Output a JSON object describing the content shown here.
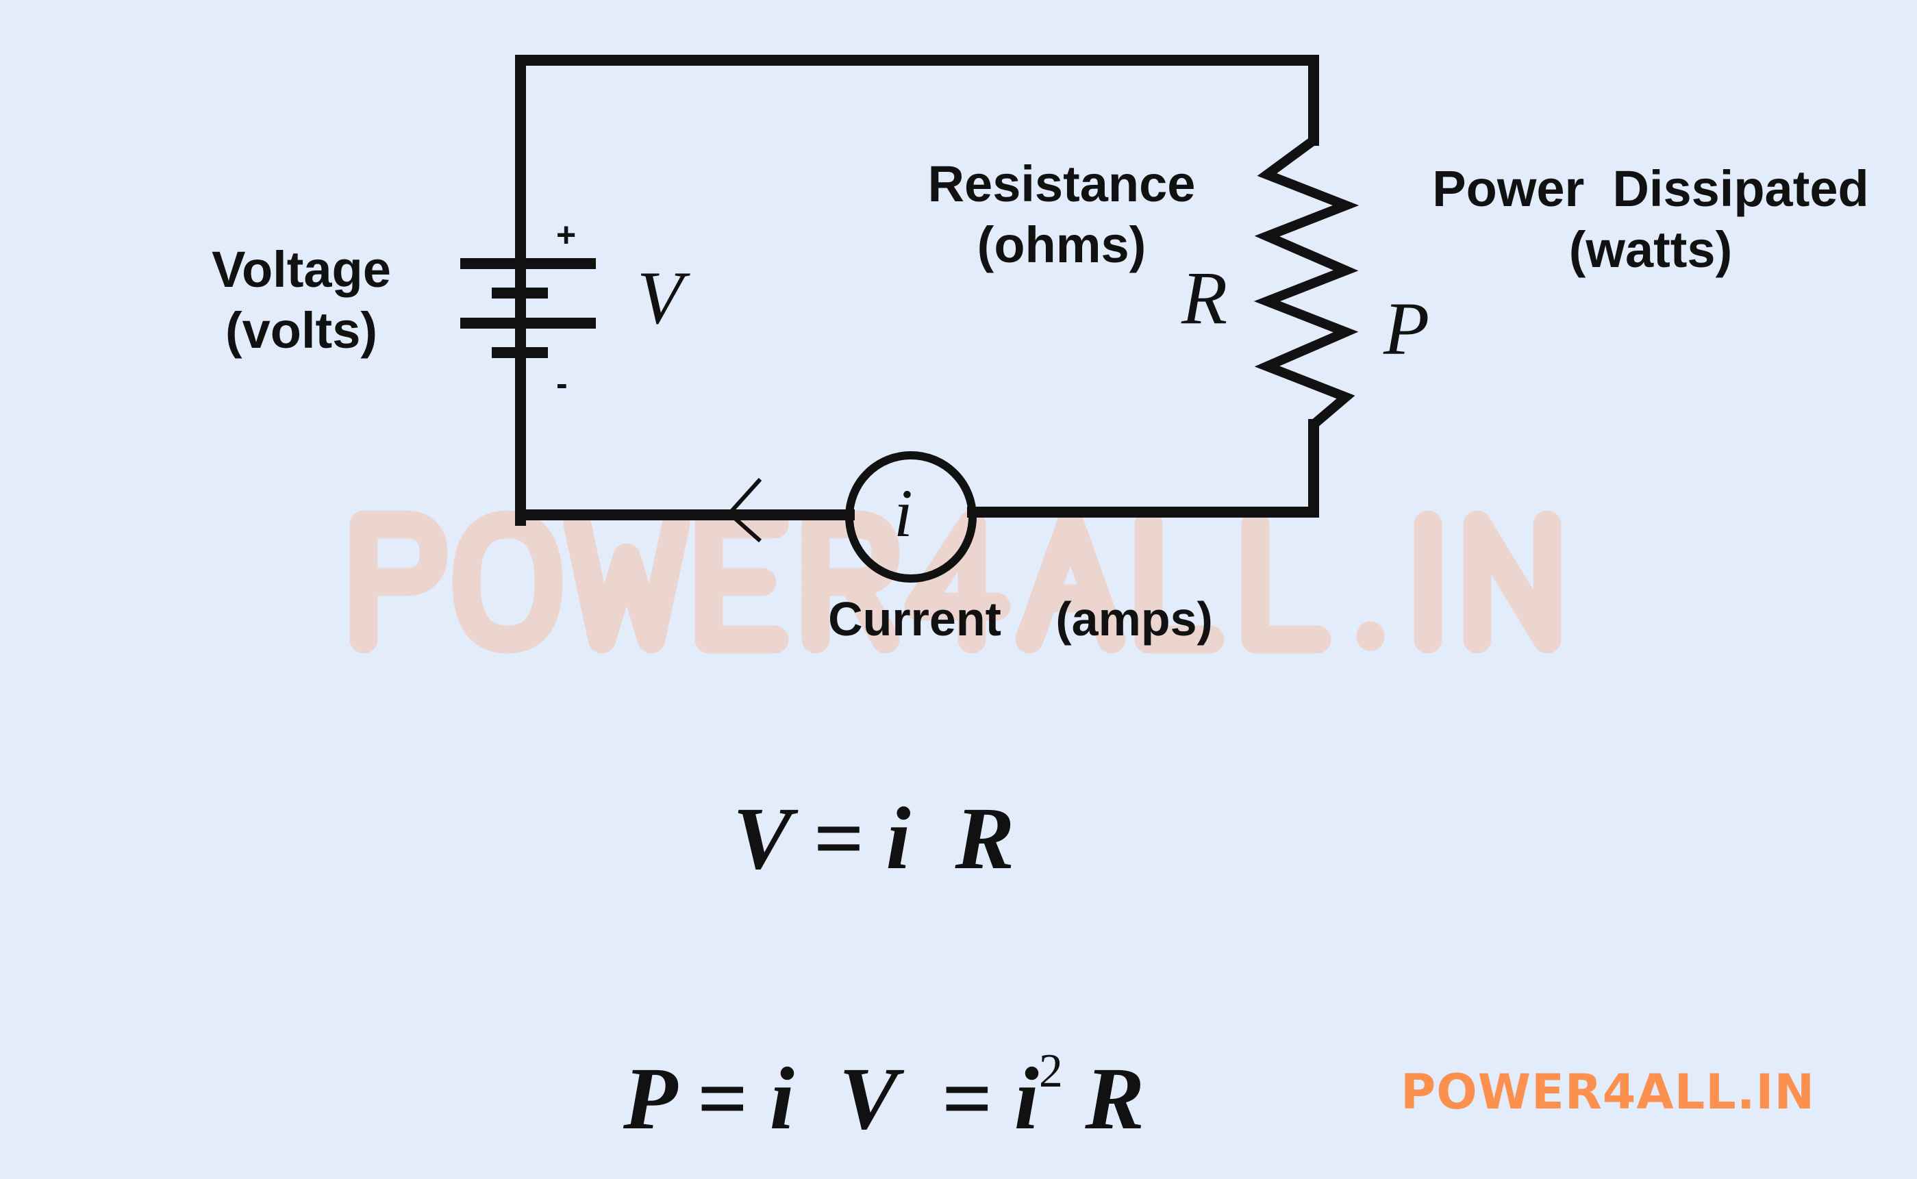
{
  "labels": {
    "voltage": "Voltage",
    "voltage_unit": "(volts)",
    "resistance": "Resistance",
    "resistance_unit": "(ohms)",
    "power": "Power  Dissipated",
    "power_unit": "(watts)",
    "current": "Current",
    "current_unit": "(amps)"
  },
  "symbols": {
    "voltage": "V",
    "resistance": "R",
    "power": "P",
    "current": "i",
    "plus": "+",
    "minus": "-"
  },
  "equations": {
    "ohms_law": "V = i  R",
    "power_lhs": "P = i  V  = i",
    "power_exp": "2",
    "power_rhs": " R"
  },
  "watermark": "POWER4ALL.IN",
  "logo": "POWER4ALL.IN",
  "colors": {
    "background": "#e3ecfa",
    "ink": "#111111",
    "logo": "#fc914f",
    "watermark": "#f6c3ad"
  }
}
